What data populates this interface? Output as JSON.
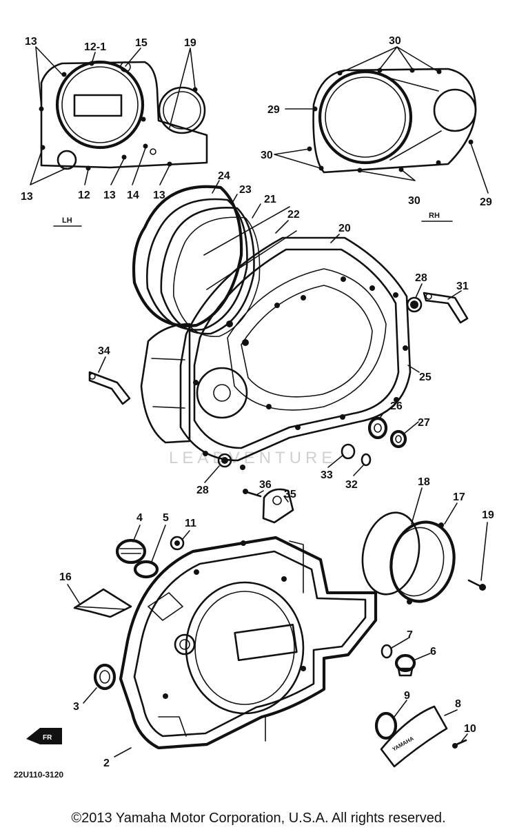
{
  "side_labels": {
    "lh": "LH",
    "rh": "RH"
  },
  "diagram_code": "22U110-3120",
  "watermark": "LEADVENTURE",
  "plate_text": "YAMAHA",
  "front_arrow": "FR",
  "callouts": [
    {
      "id": "c13a",
      "text": "13"
    },
    {
      "id": "c12-1",
      "text": "12-1"
    },
    {
      "id": "c15",
      "text": "15"
    },
    {
      "id": "c19a",
      "text": "19"
    },
    {
      "id": "c13b",
      "text": "13"
    },
    {
      "id": "c12",
      "text": "12"
    },
    {
      "id": "c13c",
      "text": "13"
    },
    {
      "id": "c14",
      "text": "14"
    },
    {
      "id": "c13d",
      "text": "13"
    },
    {
      "id": "c30a",
      "text": "30"
    },
    {
      "id": "c29a",
      "text": "29"
    },
    {
      "id": "c30b",
      "text": "30"
    },
    {
      "id": "c30c",
      "text": "30"
    },
    {
      "id": "c29b",
      "text": "29"
    },
    {
      "id": "c24",
      "text": "24"
    },
    {
      "id": "c23",
      "text": "23"
    },
    {
      "id": "c21",
      "text": "21"
    },
    {
      "id": "c22",
      "text": "22"
    },
    {
      "id": "c20",
      "text": "20"
    },
    {
      "id": "c28a",
      "text": "28"
    },
    {
      "id": "c31",
      "text": "31"
    },
    {
      "id": "c34",
      "text": "34"
    },
    {
      "id": "c25",
      "text": "25"
    },
    {
      "id": "c26",
      "text": "26"
    },
    {
      "id": "c27",
      "text": "27"
    },
    {
      "id": "c33",
      "text": "33"
    },
    {
      "id": "c32",
      "text": "32"
    },
    {
      "id": "c28b",
      "text": "28"
    },
    {
      "id": "c36",
      "text": "36"
    },
    {
      "id": "c35",
      "text": "35"
    },
    {
      "id": "c4",
      "text": "4"
    },
    {
      "id": "c5",
      "text": "5"
    },
    {
      "id": "c11",
      "text": "11"
    },
    {
      "id": "c18",
      "text": "18"
    },
    {
      "id": "c17",
      "text": "17"
    },
    {
      "id": "c19b",
      "text": "19"
    },
    {
      "id": "c16",
      "text": "16"
    },
    {
      "id": "c7",
      "text": "7"
    },
    {
      "id": "c6",
      "text": "6"
    },
    {
      "id": "c3",
      "text": "3"
    },
    {
      "id": "c9",
      "text": "9"
    },
    {
      "id": "c8",
      "text": "8"
    },
    {
      "id": "c10",
      "text": "10"
    },
    {
      "id": "c2",
      "text": "2"
    }
  ],
  "copyright": "©2013 Yamaha Motor Corporation, U.S.A. All rights reserved."
}
